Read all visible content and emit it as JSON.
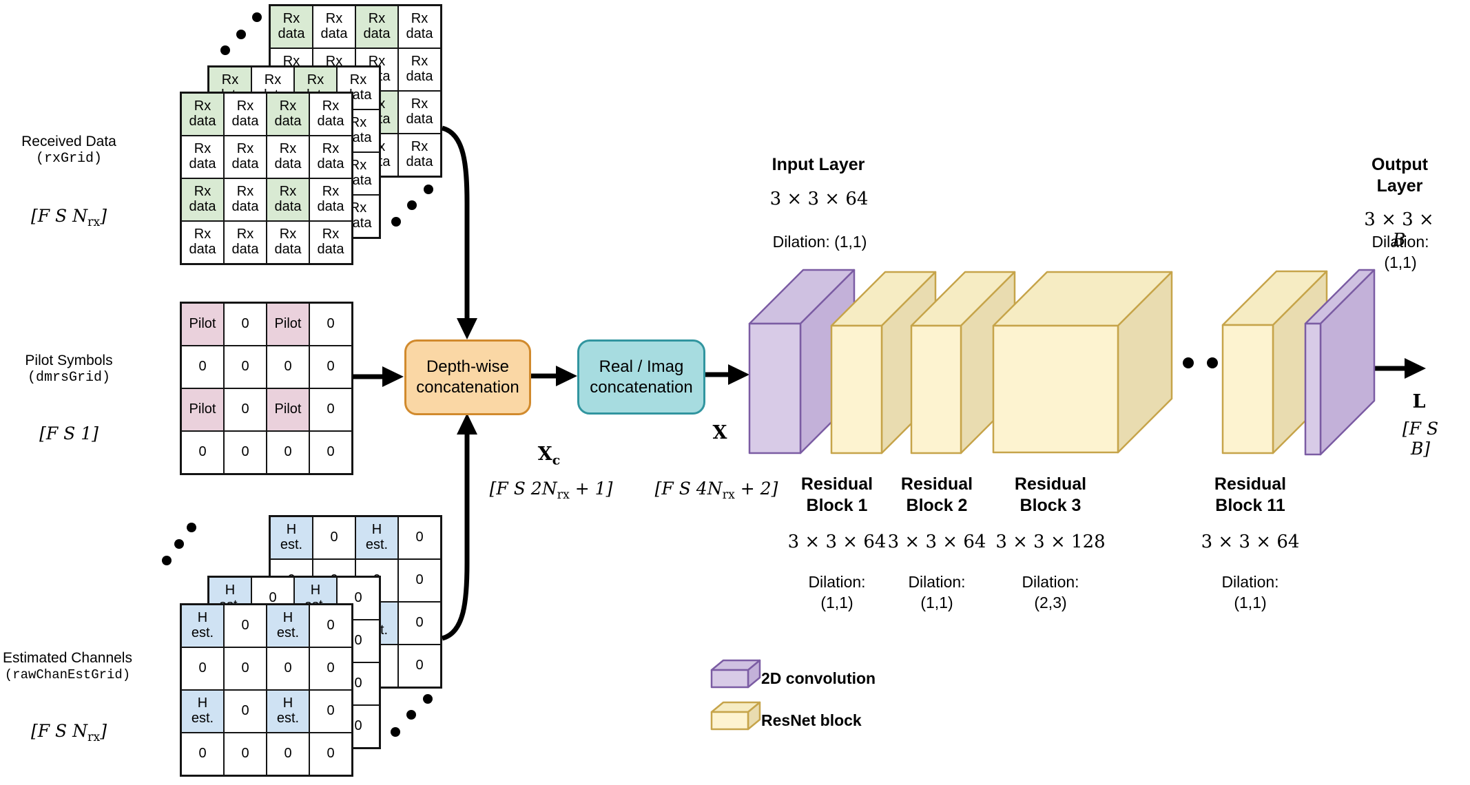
{
  "colors": {
    "rx_highlight": "#d9ead3",
    "pilot_highlight": "#ead1dc",
    "est_highlight": "#cfe2f3",
    "depthwise_fill": "#fad7a5",
    "depthwise_border": "#d18a2d",
    "realimag_fill": "#a7dce0",
    "realimag_border": "#31959f",
    "conv_front": "#d8cbe7",
    "conv_top": "#cfc1e1",
    "conv_side": "#c3b1d9",
    "conv_border": "#7b5ca3",
    "resnet_front": "#fdf3d0",
    "resnet_top": "#f6ecc3",
    "resnet_side": "#e9dcb0",
    "resnet_border": "#c6a44a",
    "arrow": "#000000"
  },
  "sources": {
    "received": {
      "title": "Received Data",
      "code": "(rxGrid)",
      "dim_pre": "[F S N",
      "dim_sub": "rx",
      "dim_post": "]"
    },
    "pilot": {
      "title": "Pilot Symbols",
      "code": "(dmrsGrid)",
      "dim_pre": "[F S 1]",
      "dim_sub": "",
      "dim_post": ""
    },
    "estimated": {
      "title": "Estimated Channels",
      "code": "(rawChanEstGrid)",
      "dim_pre": "[F S N",
      "dim_sub": "rx",
      "dim_post": "]"
    }
  },
  "grids": {
    "rx": {
      "cells": [
        [
          "Rx\ndata",
          "Rx\ndata",
          "Rx\ndata",
          "Rx\ndata"
        ],
        [
          "Rx\ndata",
          "Rx\ndata",
          "Rx\ndata",
          "Rx\ndata"
        ],
        [
          "Rx\ndata",
          "Rx\ndata",
          "Rx\ndata",
          "Rx\ndata"
        ],
        [
          "Rx\ndata",
          "Rx\ndata",
          "Rx\ndata",
          "Rx\ndata"
        ]
      ],
      "highlights": [
        [
          0,
          0
        ],
        [
          0,
          2
        ],
        [
          2,
          0
        ],
        [
          2,
          2
        ]
      ],
      "highlight_color": "#d9ead3"
    },
    "pilot": {
      "cells": [
        [
          "Pilot",
          "0",
          "Pilot",
          "0"
        ],
        [
          "0",
          "0",
          "0",
          "0"
        ],
        [
          "Pilot",
          "0",
          "Pilot",
          "0"
        ],
        [
          "0",
          "0",
          "0",
          "0"
        ]
      ],
      "highlights": [
        [
          0,
          0
        ],
        [
          0,
          2
        ],
        [
          2,
          0
        ],
        [
          2,
          2
        ]
      ],
      "highlight_color": "#ead1dc"
    },
    "est": {
      "cells": [
        [
          "H\nest.",
          "0",
          "H\nest.",
          "0"
        ],
        [
          "0",
          "0",
          "0",
          "0"
        ],
        [
          "H\nest.",
          "0",
          "H\nest.",
          "0"
        ],
        [
          "0",
          "0",
          "0",
          "0"
        ]
      ],
      "highlights": [
        [
          0,
          0
        ],
        [
          0,
          2
        ],
        [
          2,
          0
        ],
        [
          2,
          2
        ]
      ],
      "highlight_color": "#cfe2f3"
    }
  },
  "ops": {
    "depthwise": "Depth-wise\nconcatenation",
    "realimag": "Real / Imag\nconcatenation"
  },
  "tensors": {
    "xc_sym": "X",
    "xc_sub": "c",
    "xc_dim_pre": "[F S 2N",
    "xc_dim_sub": "rx",
    "xc_dim_post": " + 1]",
    "x_sym": "X",
    "x_dim_pre": "[F S 4N",
    "x_dim_sub": "rx",
    "x_dim_post": " + 2]",
    "out_sym": "L",
    "out_dim": "[F S B]"
  },
  "network": {
    "input_layer": {
      "title": "Input Layer",
      "kernel": "3 × 3 × 64",
      "dilation": "Dilation: (1,1)"
    },
    "output_layer": {
      "title": "Output Layer",
      "kernel_pre": "3 × 3 × ",
      "kernel_var": "B",
      "dilation": "Dilation: (1,1)"
    },
    "blocks": [
      {
        "line1": "Residual",
        "line2": "Block 1",
        "kernel": "3 × 3 × 64",
        "dil_label": "Dilation:",
        "dil_value": "(1,1)"
      },
      {
        "line1": "Residual",
        "line2": "Block 2",
        "kernel": "3 × 3 × 64",
        "dil_label": "Dilation:",
        "dil_value": "(1,1)"
      },
      {
        "line1": "Residual",
        "line2": "Block 3",
        "kernel": "3 × 3 × 128",
        "dil_label": "Dilation:",
        "dil_value": "(2,3)"
      },
      {
        "line1": "Residual",
        "line2": "Block 11",
        "kernel": "3 × 3 × 64",
        "dil_label": "Dilation:",
        "dil_value": "(1,1)"
      }
    ]
  },
  "legend": {
    "conv": "2D convolution",
    "resnet": "ResNet block"
  }
}
